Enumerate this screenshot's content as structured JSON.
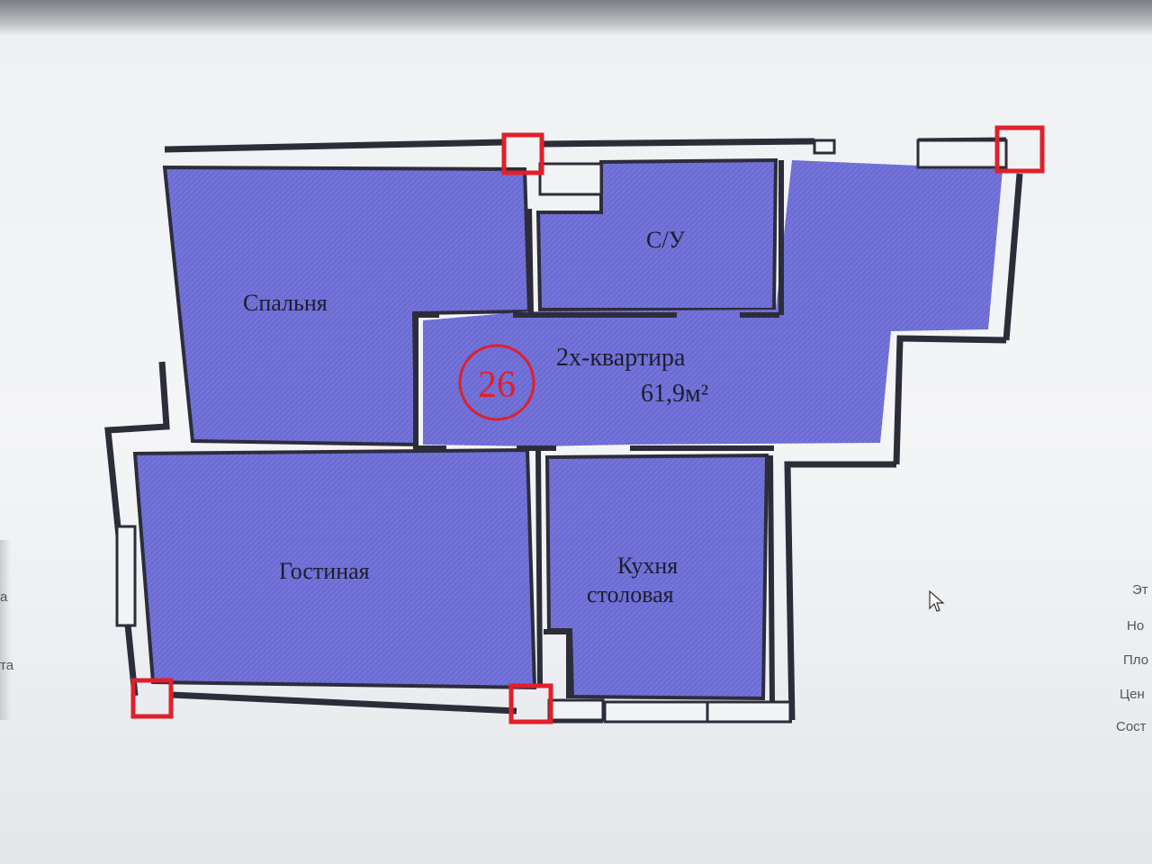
{
  "plan": {
    "apartment_number": "26",
    "apartment_type": "2х-квартира",
    "area": "61,9м²",
    "rooms": {
      "bedroom": "Спальня",
      "bathroom": "С/У",
      "living_room": "Гостиная",
      "kitchen_line1": "Кухня",
      "kitchen_line2": "столовая"
    },
    "colors": {
      "room_fill": "#6f6fd6",
      "wall": "#2d2d3a",
      "marker": "#e0202a"
    }
  },
  "side_panel_right": [
    "Эт",
    "Но",
    "Пло",
    "Цен",
    "Сост"
  ],
  "side_panel_left": [
    "а",
    "та"
  ]
}
